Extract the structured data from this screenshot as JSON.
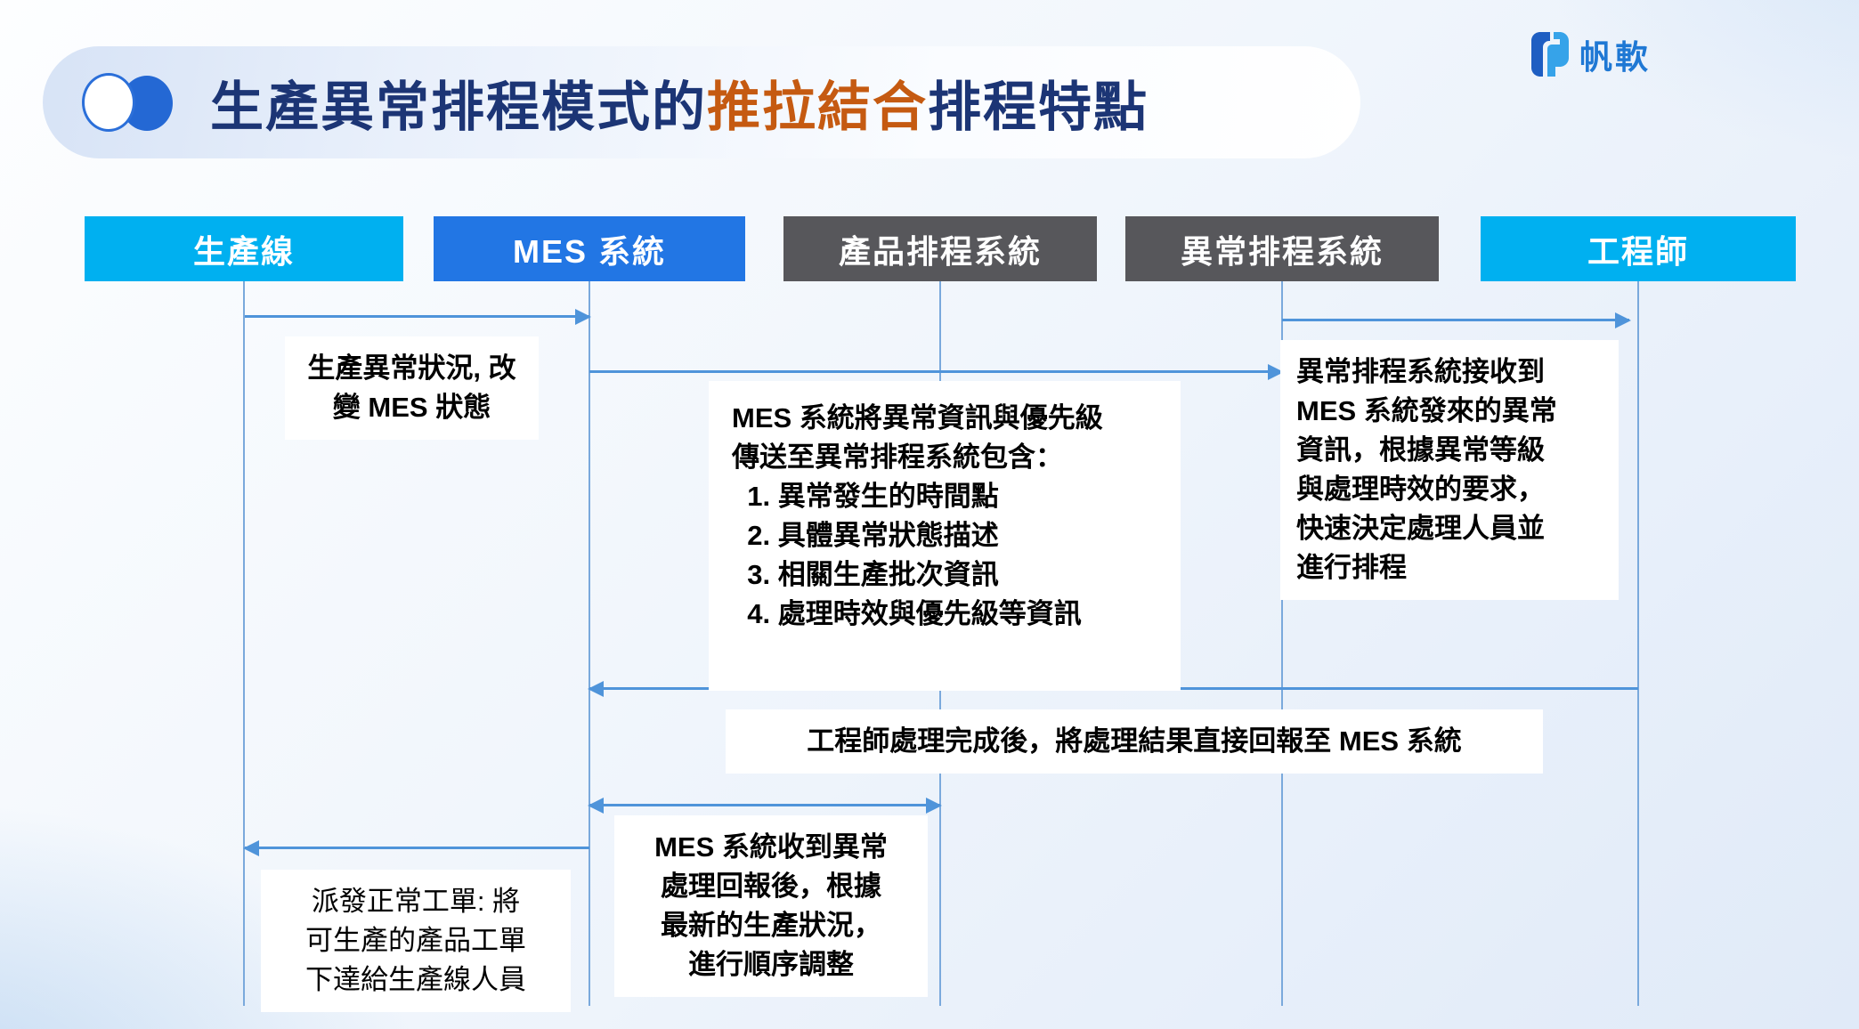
{
  "title": {
    "prefix": "生產異常排程模式的",
    "highlight": "推拉結合",
    "suffix": "排程特點"
  },
  "logo": {
    "text": "帆軟",
    "mark_icon": "fanruan-f-mark"
  },
  "icons": {
    "title_badge": "overlapping-circles",
    "logo_mark": "two-tone-f-tile"
  },
  "colors": {
    "title_navy": "#1C3575",
    "title_orange": "#C55A11",
    "lane_cyan": "#00B0F0",
    "lane_blue": "#2276E4",
    "lane_gray": "#57575B",
    "arrow_blue": "#4F94DA",
    "lifeline_blue": "#7AA9DC",
    "logo_blue": "#1F78D4",
    "note_bg": "#FFFFFF"
  },
  "lanes": [
    {
      "id": "production-line",
      "label": "生產線",
      "color": "#00B0F0"
    },
    {
      "id": "mes-system",
      "label": "MES 系統",
      "color": "#2276E4"
    },
    {
      "id": "product-scheduling",
      "label": "產品排程系統",
      "color": "#57575B"
    },
    {
      "id": "exception-scheduling",
      "label": "異常排程系統",
      "color": "#57575B"
    },
    {
      "id": "engineer",
      "label": "工程師",
      "color": "#00B0F0"
    }
  ],
  "messages": {
    "m1": {
      "from": "production-line",
      "to": "mes-system",
      "direction": "right",
      "label": "生產異常狀況, 改\n變 MES 狀態"
    },
    "m2": {
      "from": "mes-system",
      "to": "exception-scheduling",
      "direction": "right",
      "label": "MES 系統將異常資訊與優先級\n傳送至異常排程系統包含：\n  1. 異常發生的時間點\n  2. 具體異常狀態描述\n  3. 相關生產批次資訊\n  4. 處理時效與優先級等資訊"
    },
    "m3": {
      "from": "exception-scheduling",
      "to": "engineer",
      "direction": "right",
      "label": "異常排程系統接收到\nMES 系統發來的異常\n資訊，根據異常等級\n與處理時效的要求，\n快速決定處理人員並\n進行排程"
    },
    "m4": {
      "from": "engineer",
      "to": "mes-system",
      "direction": "left",
      "label": "工程師處理完成後，將處理結果直接回報至 MES 系統"
    },
    "m5": {
      "from": "mes-system",
      "to": "product-scheduling",
      "direction": "both",
      "label": "MES 系統收到異常\n處理回報後，根據\n最新的生產狀況，\n進行順序調整"
    },
    "m6": {
      "from": "mes-system",
      "to": "production-line",
      "direction": "left",
      "label": "派發正常工單: 將\n可生產的產品工單\n下達給生產線人員"
    }
  }
}
